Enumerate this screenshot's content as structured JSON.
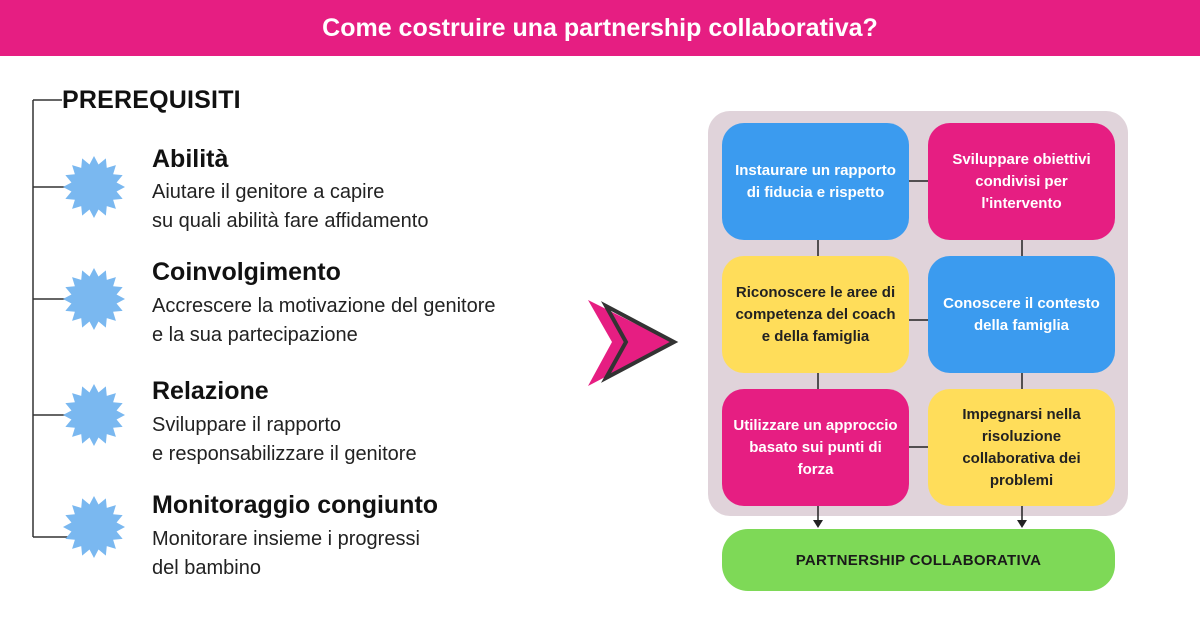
{
  "header": {
    "title": "Come costruire una partnership collaborativa?"
  },
  "prerequisites": {
    "title": "PREREQUISITI",
    "items": [
      {
        "title": "Abilità",
        "desc": "Aiutare il genitore a capire\nsu quali abilità fare affidamento"
      },
      {
        "title": "Coinvolgimento",
        "desc": "Accrescere la motivazione del genitore\ne la sua partecipazione"
      },
      {
        "title": "Relazione",
        "desc": "Sviluppare il rapporto\ne responsabilizzare il genitore"
      },
      {
        "title": "Monitoraggio congiunto",
        "desc": "Monitorare insieme i progressi\ndel bambino"
      }
    ]
  },
  "flow": {
    "boxes": [
      {
        "text": "Instaurare un rapporto di fiducia e rispetto",
        "color": "#3b9bef"
      },
      {
        "text": "Sviluppare obiettivi condivisi per l'intervento",
        "color": "#e61e82"
      },
      {
        "text": "Riconoscere le aree di competenza del coach e della famiglia",
        "color": "#ffdd5a"
      },
      {
        "text": "Conoscere il contesto della famiglia",
        "color": "#3b9bef"
      },
      {
        "text": "Utilizzare un approccio basato sui punti di forza",
        "color": "#e61e82"
      },
      {
        "text": "Impegnarsi nella risoluzione collaborativa dei problemi",
        "color": "#ffdd5a"
      }
    ],
    "result": "PARTNERSHIP COLLABORATIVA"
  },
  "colors": {
    "accent": "#e61e82",
    "blue": "#3b9bef",
    "yellow": "#ffdd5a",
    "green": "#7ed957",
    "panel": "#e0d3da",
    "star": "#7ab8f0"
  }
}
